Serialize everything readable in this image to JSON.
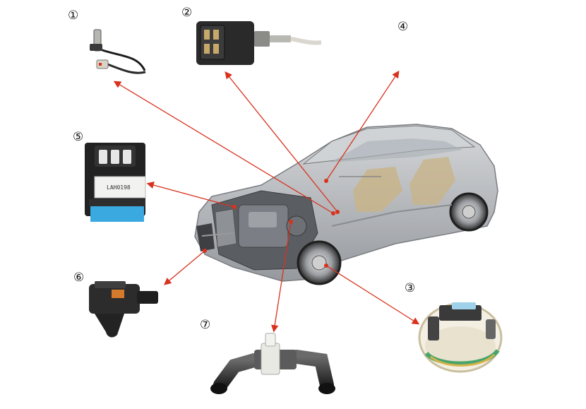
{
  "callouts": [
    {
      "id": "1",
      "symbol": "①",
      "part": "sensor-with-wire-leads"
    },
    {
      "id": "2",
      "symbol": "②",
      "part": "switch-with-connector"
    },
    {
      "id": "3",
      "symbol": "③",
      "part": "round-sensor-module"
    },
    {
      "id": "4",
      "symbol": "④",
      "part": "unpictured-component"
    },
    {
      "id": "5",
      "symbol": "⑤",
      "part": "relay-module"
    },
    {
      "id": "6",
      "symbol": "⑥",
      "part": "small-sensor-with-bracket"
    },
    {
      "id": "7",
      "symbol": "⑦",
      "part": "t-shaped-hose-connector"
    }
  ],
  "relay_label": "LAH0198",
  "colors": {
    "arrow": "#d8321e",
    "car_body": "#b9bcc0",
    "part_dark": "#2a2a2a",
    "relay_base": "#3aa9e0",
    "connector_white": "#e9e9e4"
  }
}
